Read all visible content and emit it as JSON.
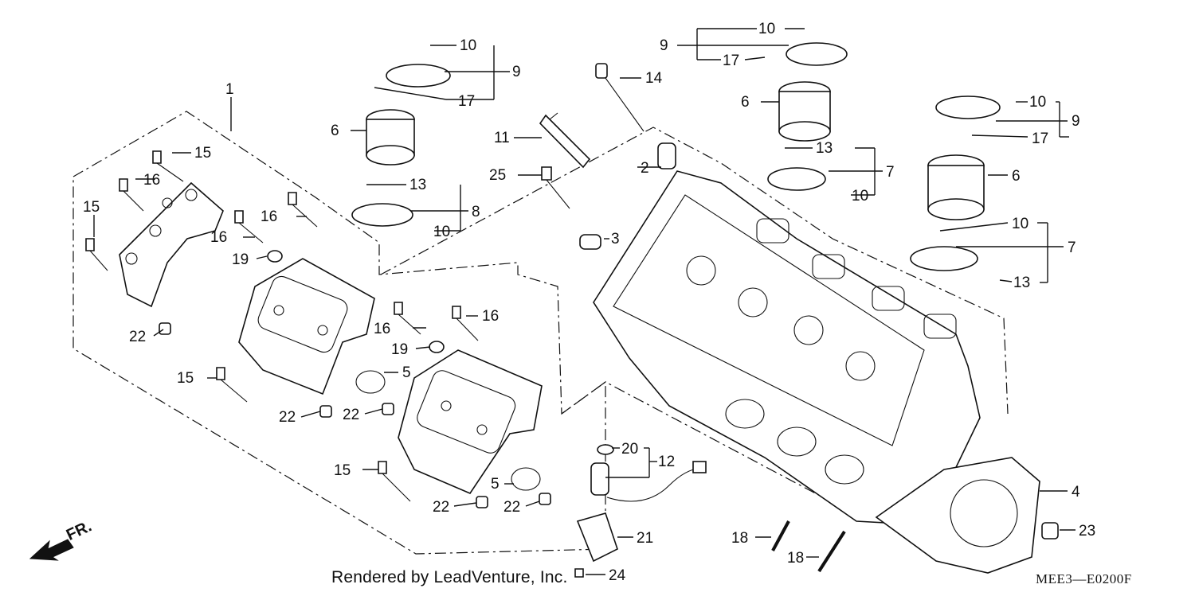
{
  "footer": {
    "credit": "Rendered by LeadVenture, Inc.",
    "diagram_code": "MEE3—E0200F"
  },
  "direction_marker": {
    "label": "FR.",
    "icon": "front-direction-arrow-icon"
  },
  "callouts": [
    {
      "id": "c1",
      "text": "1"
    },
    {
      "id": "c2",
      "text": "2"
    },
    {
      "id": "c3",
      "text": "3"
    },
    {
      "id": "c4",
      "text": "4"
    },
    {
      "id": "c5a",
      "text": "5"
    },
    {
      "id": "c5b",
      "text": "5"
    },
    {
      "id": "c6a",
      "text": "6"
    },
    {
      "id": "c6b",
      "text": "6"
    },
    {
      "id": "c6c",
      "text": "6"
    },
    {
      "id": "c7a",
      "text": "7"
    },
    {
      "id": "c7b",
      "text": "7"
    },
    {
      "id": "c8",
      "text": "8"
    },
    {
      "id": "c9a",
      "text": "9"
    },
    {
      "id": "c9b",
      "text": "9"
    },
    {
      "id": "c9c",
      "text": "9"
    },
    {
      "id": "c10a",
      "text": "10"
    },
    {
      "id": "c10b",
      "text": "10"
    },
    {
      "id": "c10c",
      "text": "10"
    },
    {
      "id": "c10d",
      "text": "10"
    },
    {
      "id": "c10e",
      "text": "10"
    },
    {
      "id": "c10f",
      "text": "10"
    },
    {
      "id": "c11",
      "text": "11"
    },
    {
      "id": "c12",
      "text": "12"
    },
    {
      "id": "c13a",
      "text": "13"
    },
    {
      "id": "c13b",
      "text": "13"
    },
    {
      "id": "c13c",
      "text": "13"
    },
    {
      "id": "c14",
      "text": "14"
    },
    {
      "id": "c15a",
      "text": "15"
    },
    {
      "id": "c15b",
      "text": "15"
    },
    {
      "id": "c15c",
      "text": "15"
    },
    {
      "id": "c15d",
      "text": "15"
    },
    {
      "id": "c16a",
      "text": "16"
    },
    {
      "id": "c16b",
      "text": "16"
    },
    {
      "id": "c16c",
      "text": "16"
    },
    {
      "id": "c16d",
      "text": "16"
    },
    {
      "id": "c16e",
      "text": "16"
    },
    {
      "id": "c17a",
      "text": "17"
    },
    {
      "id": "c17b",
      "text": "17"
    },
    {
      "id": "c17c",
      "text": "17"
    },
    {
      "id": "c18a",
      "text": "18"
    },
    {
      "id": "c18b",
      "text": "18"
    },
    {
      "id": "c19a",
      "text": "19"
    },
    {
      "id": "c19b",
      "text": "19"
    },
    {
      "id": "c20",
      "text": "20"
    },
    {
      "id": "c21",
      "text": "21"
    },
    {
      "id": "c22a",
      "text": "22"
    },
    {
      "id": "c22b",
      "text": "22"
    },
    {
      "id": "c22c",
      "text": "22"
    },
    {
      "id": "c22d",
      "text": "22"
    },
    {
      "id": "c22e",
      "text": "22"
    },
    {
      "id": "c23",
      "text": "23"
    },
    {
      "id": "c24",
      "text": "24"
    },
    {
      "id": "c25",
      "text": "25"
    }
  ]
}
